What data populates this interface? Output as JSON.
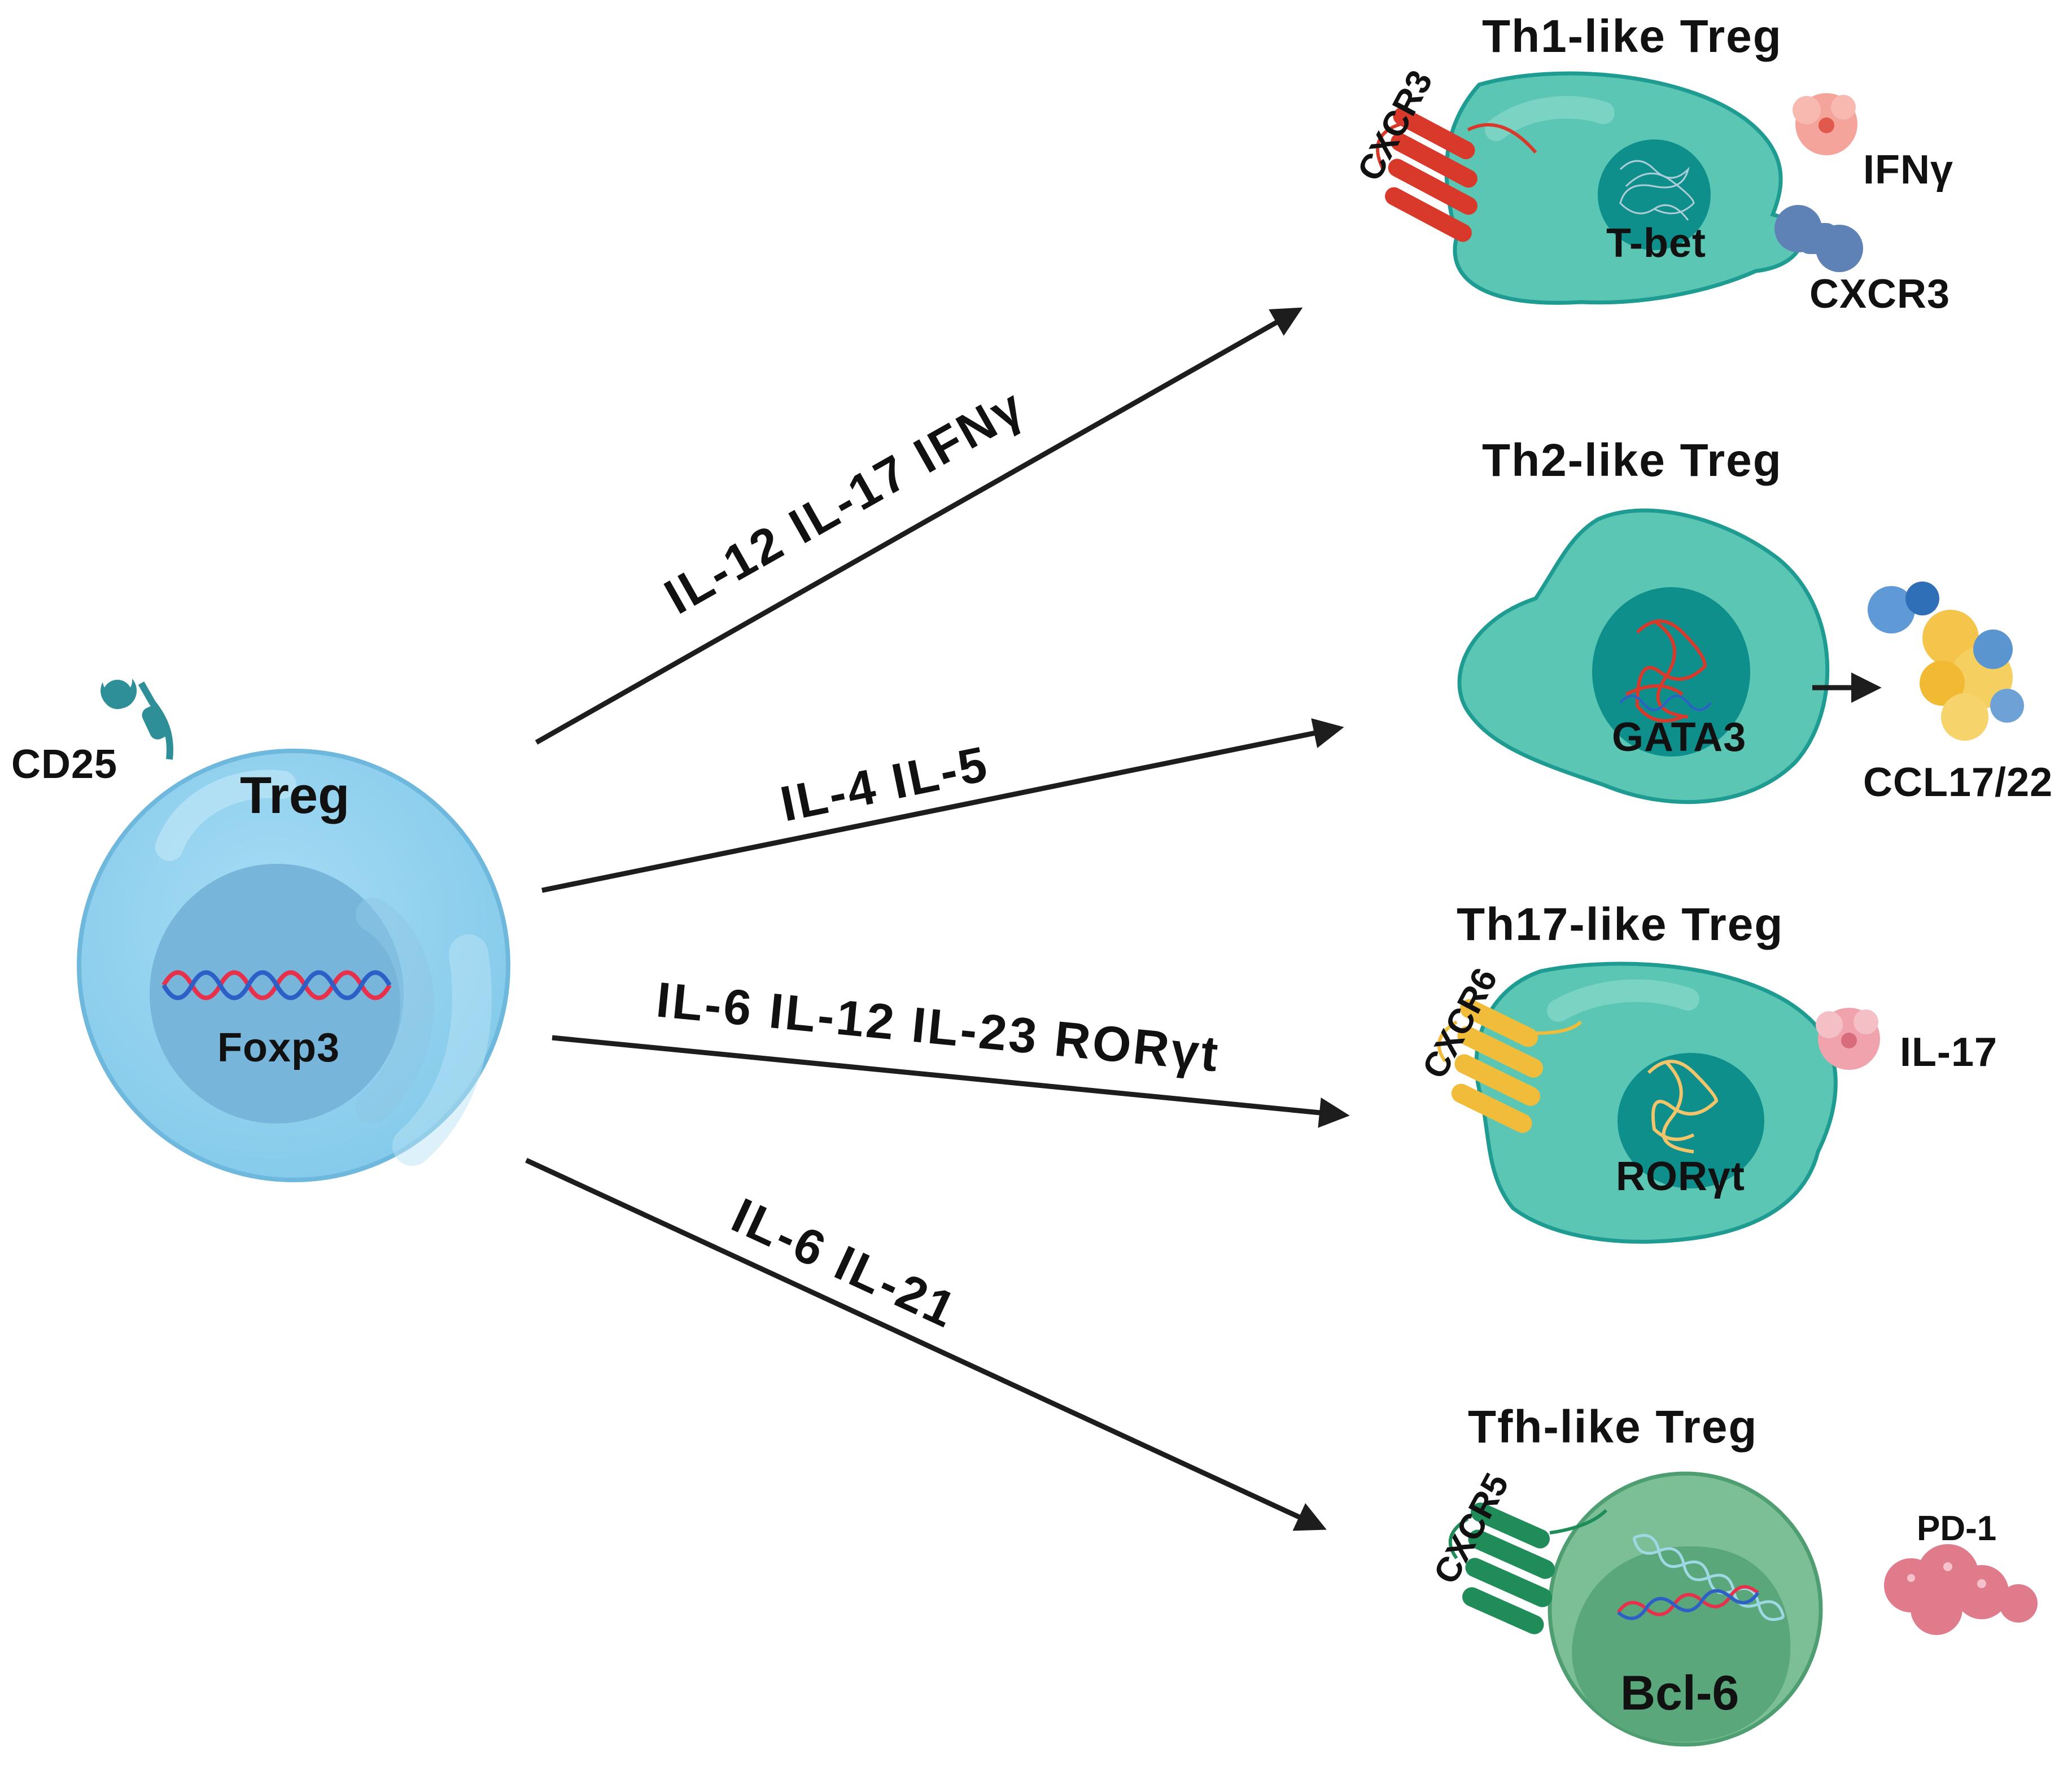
{
  "treg": {
    "title": "Treg",
    "cd25": "CD25",
    "nucleus_label": "Foxp3"
  },
  "arrows": [
    {
      "label": "IL-12 IL-17 IFNγ"
    },
    {
      "label": "IL-4 IL-5"
    },
    {
      "label": "IL-6 IL-12 IL-23 RORγt"
    },
    {
      "label": "IL-6 IL-21"
    }
  ],
  "th1": {
    "title": "Th1-like Treg",
    "nucleus_label": "T-bet",
    "receptor_label": "CXCR3",
    "cytokine_label": "IFNγ",
    "ligand_label": "CXCR3"
  },
  "th2": {
    "title": "Th2-like Treg",
    "nucleus_label": "GATA3",
    "product_label": "CCL17/22"
  },
  "th17": {
    "title": "Th17-like Treg",
    "nucleus_label": "RORγt",
    "receptor_label": "CXCR6",
    "cytokine_label": "IL-17"
  },
  "tfh": {
    "title": "Tfh-like Treg",
    "nucleus_label": "Bcl-6",
    "receptor_label": "CXCR5",
    "marker_label": "PD-1"
  },
  "colors": {
    "treg_cell": "#8fd2ef",
    "treg_nucleus": "#7ab8dc",
    "effector_cell": "#5cc6b4",
    "effector_nucleus": "#0e8f8c",
    "tfh_cell": "#7cbf96",
    "tfh_nucleus": "#5aa77c",
    "th1_receptor": "#d8392b",
    "th17_receptor": "#f0bc3a",
    "tfh_receptor": "#1f8c5a",
    "cd25": "#2e8f98",
    "pd1": "#e07b8c",
    "cxcr3_ligand": "#5f82b6"
  }
}
